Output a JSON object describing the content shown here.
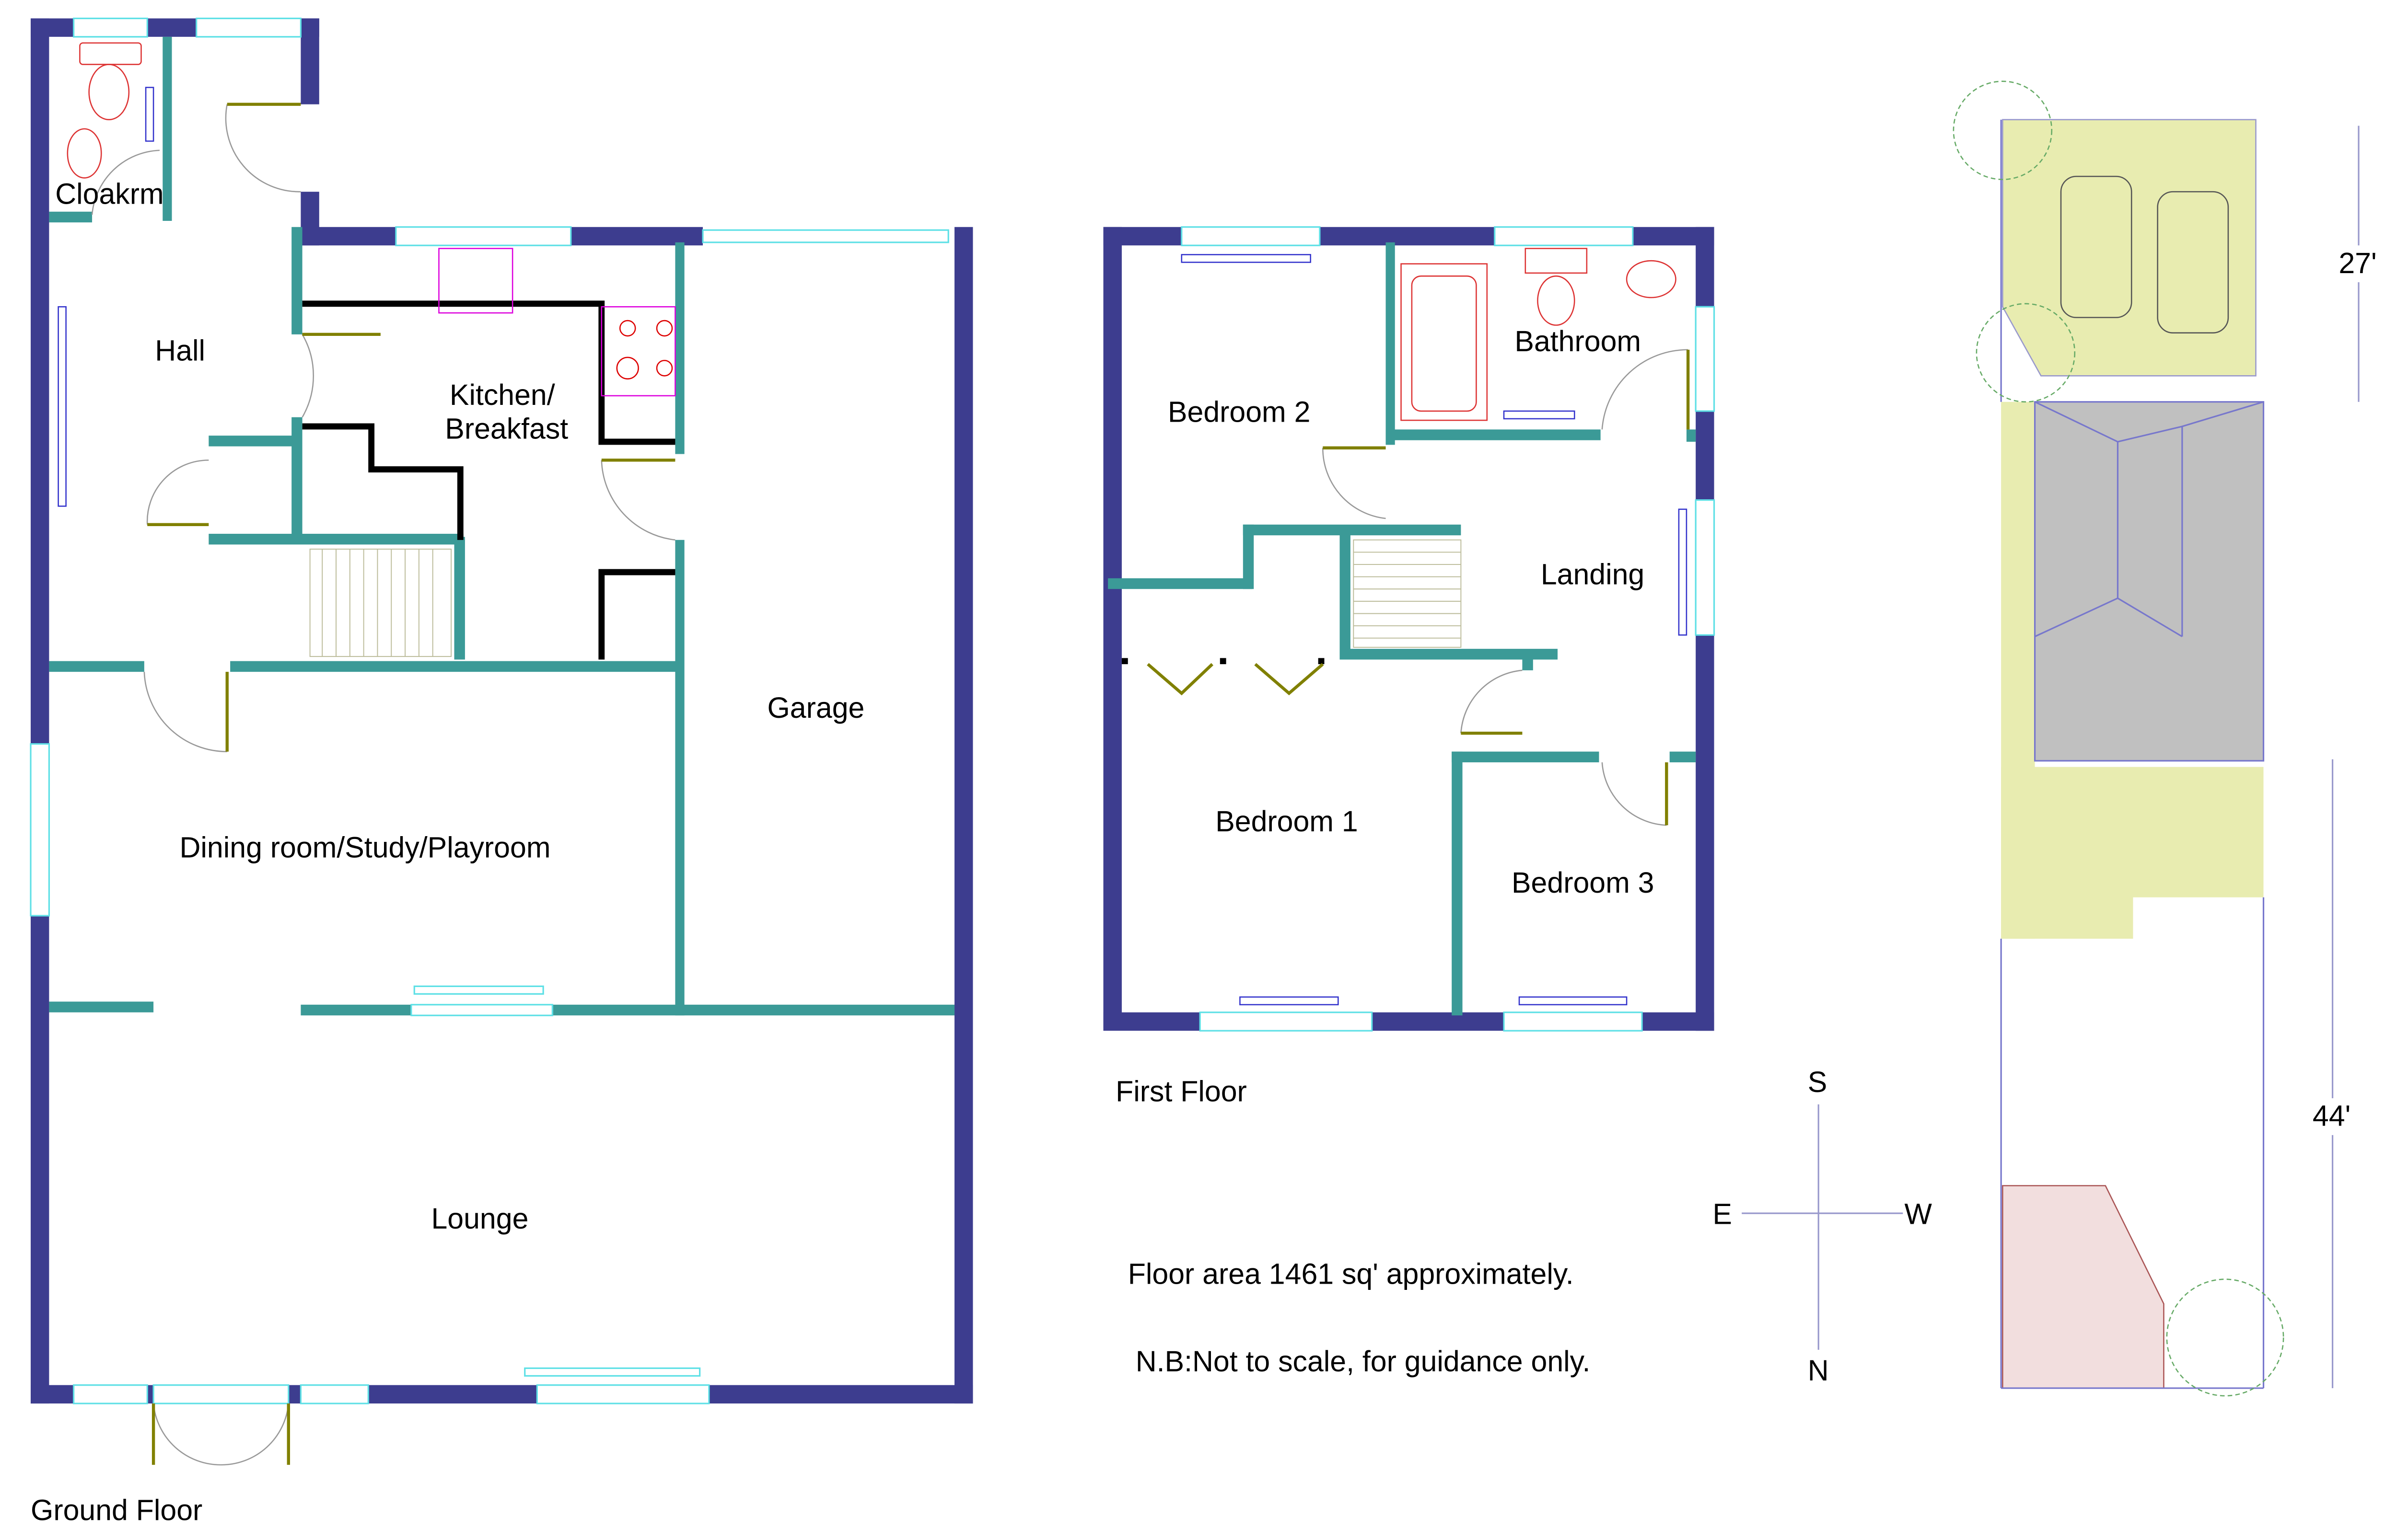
{
  "ground_floor": {
    "title": "Ground Floor",
    "rooms": [
      "Cloakrm",
      "Hall",
      "Kitchen/",
      "Breakfast",
      "Garage",
      "Dining room/Study/Playroom",
      "Lounge"
    ]
  },
  "first_floor": {
    "title": "First Floor",
    "rooms": [
      "Bedroom 2",
      "Bathroom",
      "Landing",
      "Bedroom 1",
      "Bedroom 3"
    ]
  },
  "notes": {
    "area": "Floor area 1461 sq' approximately.",
    "disclaimer": "N.B:Not to scale, for guidance only."
  },
  "compass": {
    "s": "S",
    "e": "E",
    "w": "W",
    "n": "N"
  },
  "site_plan": {
    "dim_top": "27'",
    "dim_bottom": "44'"
  },
  "colors": {
    "outer_wall": "#3d3d8f",
    "inner_wall": "#3b9a97",
    "window": "#5ee0e6"
  }
}
